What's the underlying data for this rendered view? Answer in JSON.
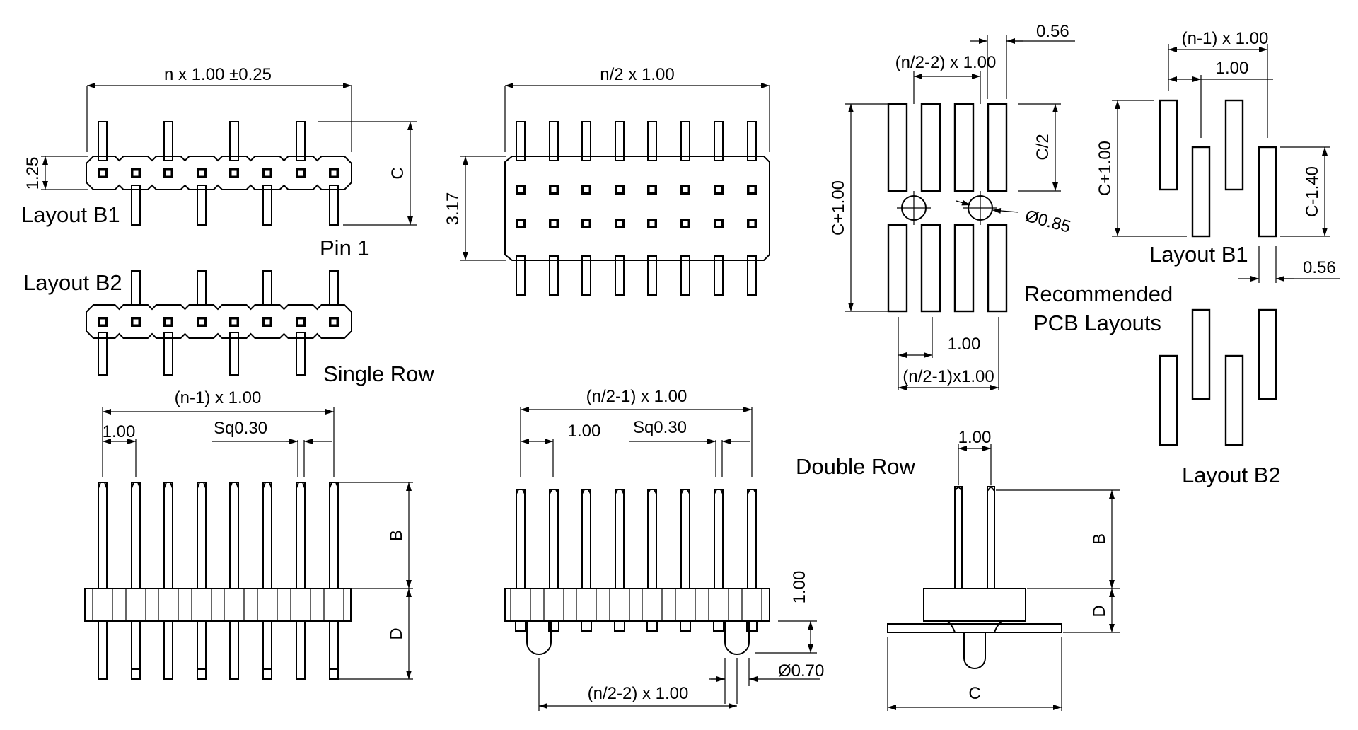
{
  "labels": {
    "layout_b1": "Layout B1",
    "layout_b2": "Layout B2",
    "pin1": "Pin 1",
    "single_row": "Single Row",
    "double_row": "Double Row",
    "recommended": "Recommended",
    "pcb_layouts": "PCB Layouts",
    "pcb_layout_b1": "Layout B1",
    "pcb_layout_b2": "Layout B2"
  },
  "dims": {
    "top_single_width": "n x 1.00 ±0.25",
    "top_single_height": "1.25",
    "top_single_c": "C",
    "top_double_width": "n/2 x 1.00",
    "top_double_height": "3.17",
    "pcb_n2_2": "(n/2-2) x 1.00",
    "pcb_056_top": "0.56",
    "pcb_c_plus_100": "C+1.00",
    "pcb_c_half": "C/2",
    "pcb_hole": "Ø0.85",
    "pcb_100_bottom": "1.00",
    "pcb_n2_1": "(n/2-1)x1.00",
    "b1_n1": "(n-1) x 1.00",
    "b1_100": "1.00",
    "b1_c_plus_100": "C+1.00",
    "b1_c_minus_140": "C-1.40",
    "b1_056": "0.56",
    "side_single_n1": "(n-1) x 1.00",
    "side_single_100": "1.00",
    "side_single_sq": "Sq0.30",
    "side_single_b": "B",
    "side_single_d": "D",
    "side_double_n2_1": "(n/2-1) x 1.00",
    "side_double_100": "1.00",
    "side_double_sq": "Sq0.30",
    "side_double_100_vert": "1.00",
    "side_double_070": "Ø0.70",
    "side_double_n2_2": "(n/2-2) x 1.00",
    "end_100": "1.00",
    "end_b": "B",
    "end_d": "D",
    "end_c": "C"
  }
}
